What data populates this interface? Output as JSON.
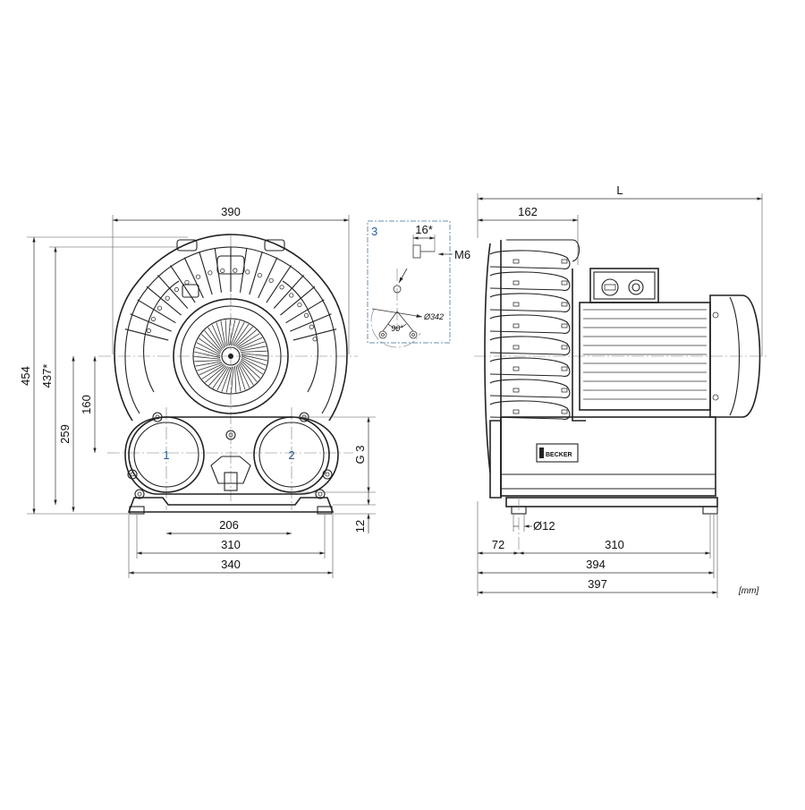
{
  "front_view": {
    "dimensions": {
      "width_overall": "390",
      "height_overall": "454",
      "height_star": "437*",
      "height_axis": "259",
      "height_ports": "160",
      "port_spacing": "206",
      "foot_spacing": "310",
      "base_width": "340",
      "foot_height": "12",
      "thread": "G 3"
    },
    "ports": {
      "port_1": "1",
      "port_2": "2"
    }
  },
  "detail": {
    "label": "3",
    "pin_length": "16*",
    "thread": "M6",
    "angle": "90°",
    "diameter": "Ø342"
  },
  "side_view": {
    "dimensions": {
      "length": "L",
      "housing_depth": "162",
      "hole": "Ø12",
      "offset": "72",
      "foot_spacing": "310",
      "base_length": "394",
      "overall_length": "397"
    },
    "brand": "BECKER"
  },
  "units": "[mm]",
  "colors": {
    "line": "#222222",
    "accent": "#2a5b94",
    "detail_frame": "#6a8fb5"
  }
}
